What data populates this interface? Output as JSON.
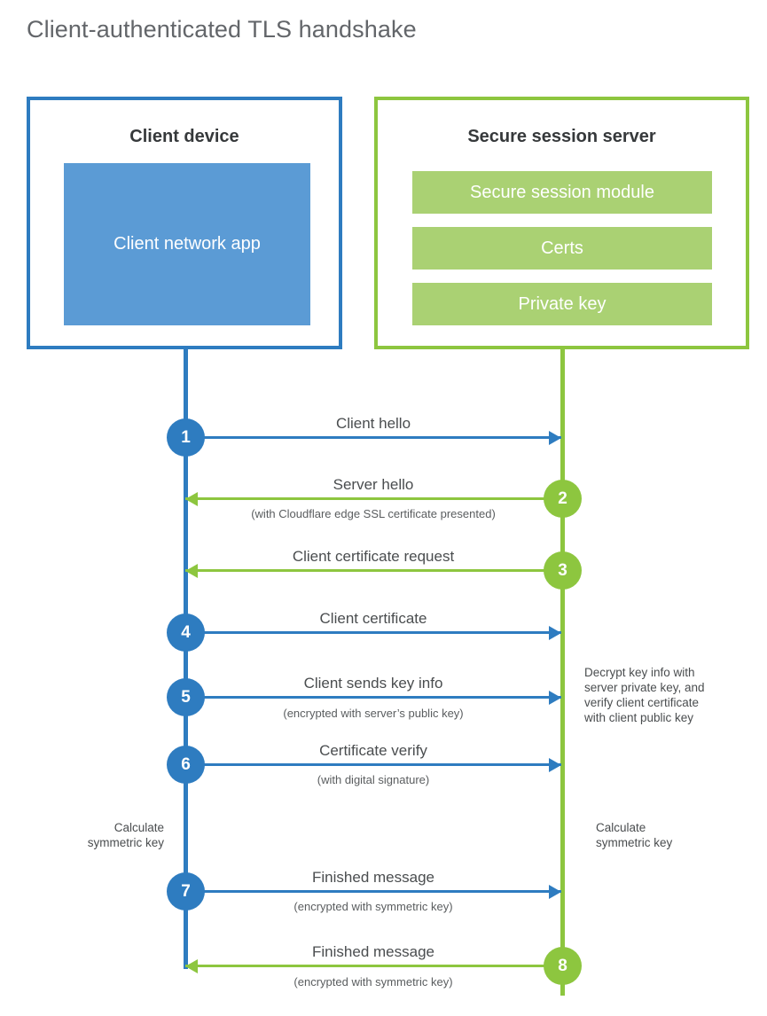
{
  "title": "Client-authenticated TLS handshake",
  "colors": {
    "client_blue": "#2e7cc0",
    "client_app_fill": "#5b9bd5",
    "server_green": "#8dc63f",
    "server_bar_fill": "#aad173",
    "title_gray": "#63666a",
    "text_gray": "#4a4d4f"
  },
  "client": {
    "title": "Client device",
    "app_label": "Client network app"
  },
  "server": {
    "title": "Secure session server",
    "components": [
      "Secure session module",
      "Certs",
      "Private key"
    ]
  },
  "steps": [
    {
      "number": "1",
      "label": "Client hello",
      "sublabel": "",
      "direction": "client-to-server",
      "color": "blue"
    },
    {
      "number": "2",
      "label": "Server hello",
      "sublabel": "(with Cloudflare edge SSL certificate presented)",
      "direction": "server-to-client",
      "color": "green"
    },
    {
      "number": "3",
      "label": "Client certificate request",
      "sublabel": "",
      "direction": "server-to-client",
      "color": "green"
    },
    {
      "number": "4",
      "label": "Client certificate",
      "sublabel": "",
      "direction": "client-to-server",
      "color": "blue"
    },
    {
      "number": "5",
      "label": "Client sends key info",
      "sublabel": "(encrypted with server’s public key)",
      "direction": "client-to-server",
      "color": "blue"
    },
    {
      "number": "6",
      "label": "Certificate verify",
      "sublabel": "(with digital signature)",
      "direction": "client-to-server",
      "color": "blue"
    },
    {
      "number": "7",
      "label": "Finished message",
      "sublabel": "(encrypted with symmetric key)",
      "direction": "client-to-server",
      "color": "blue"
    },
    {
      "number": "8",
      "label": "Finished message",
      "sublabel": "(encrypted with symmetric key)",
      "direction": "server-to-client",
      "color": "green"
    }
  ],
  "notes": {
    "server_decrypt": [
      "Decrypt key info with",
      "server private key, and",
      "verify client certificate",
      "with client public key"
    ],
    "client_calculate": [
      "Calculate",
      "symmetric key"
    ],
    "server_calculate": [
      "Calculate",
      "symmetric key"
    ]
  }
}
